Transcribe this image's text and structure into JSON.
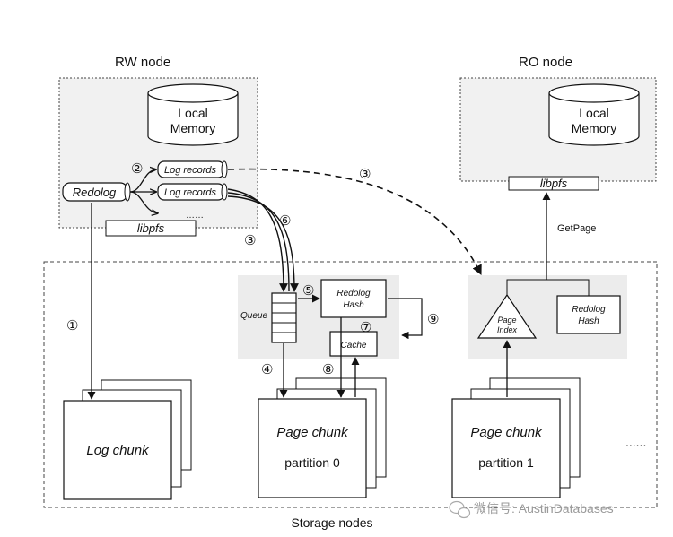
{
  "rw_node": {
    "title": "RW node",
    "memory_line1": "Local",
    "memory_line2": "Memory",
    "redolog": "Redolog",
    "log_records_1": "Log records",
    "log_records_2": "Log records",
    "ellipsis": "……",
    "libpfs": "libpfs"
  },
  "ro_node": {
    "title": "RO node",
    "memory_line1": "Local",
    "memory_line2": "Memory",
    "libpfs": "libpfs",
    "getpage": "GetPage"
  },
  "storage": {
    "title": "Storage nodes",
    "queue": "Queue",
    "redolog_hash_line1": "Redolog",
    "redolog_hash_line2": "Hash",
    "cache": "Cache",
    "log_chunk": "Log chunk",
    "page_chunk_0_title": "Page chunk",
    "page_chunk_0_partition": "partition  0",
    "page_chunk_1_title": "Page chunk",
    "page_chunk_1_partition": "partition  1",
    "page_index_line1": "Page",
    "page_index_line2": "Index",
    "ro_redolog_hash_line1": "Redolog",
    "ro_redolog_hash_line2": "Hash",
    "more": "......"
  },
  "steps": {
    "s1": "①",
    "s2": "②",
    "s3a": "③",
    "s3b": "③",
    "s4": "④",
    "s5": "⑤",
    "s6": "⑥",
    "s7": "⑦",
    "s8": "⑧",
    "s9": "⑨"
  },
  "watermark": "微信号: AustinDatabases"
}
